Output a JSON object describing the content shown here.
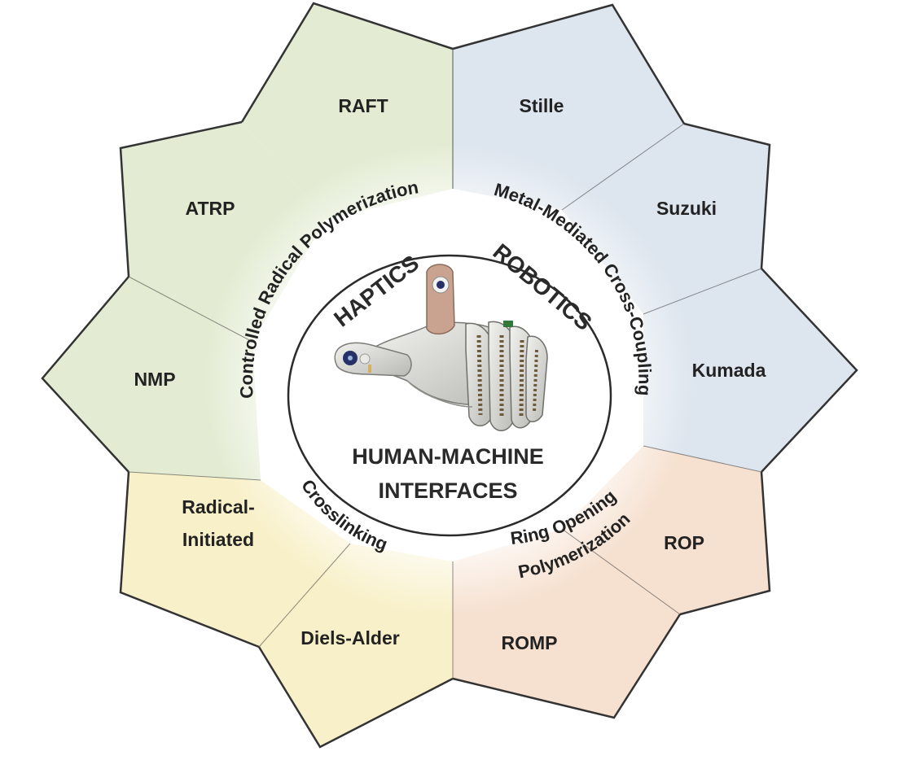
{
  "segments": [
    {
      "id": "raft",
      "lines": [
        "RAFT"
      ],
      "group": "radical"
    },
    {
      "id": "stille",
      "lines": [
        "Stille"
      ],
      "group": "metal"
    },
    {
      "id": "suzuki",
      "lines": [
        "Suzuki"
      ],
      "group": "metal"
    },
    {
      "id": "kumada",
      "lines": [
        "Kumada"
      ],
      "group": "metal"
    },
    {
      "id": "rop",
      "lines": [
        "ROP"
      ],
      "group": "ring"
    },
    {
      "id": "romp",
      "lines": [
        "ROMP"
      ],
      "group": "ring"
    },
    {
      "id": "diels-alder",
      "lines": [
        "Diels-Alder"
      ],
      "group": "crosslink"
    },
    {
      "id": "radical-initiated",
      "lines": [
        "Radical-",
        "Initiated"
      ],
      "group": "crosslink"
    },
    {
      "id": "nmp",
      "lines": [
        "NMP"
      ],
      "group": "radical"
    },
    {
      "id": "atrp",
      "lines": [
        "ATRP"
      ],
      "group": "radical"
    }
  ],
  "groups": {
    "radical": {
      "label": "Controlled Radical Polymerization",
      "color": "#e3ecd3"
    },
    "metal": {
      "label": "Metal-Mediated Cross-Coupling",
      "color": "#dde5ee"
    },
    "ring": {
      "label": "Ring Opening Polymerization",
      "color": "#f6e0cf"
    },
    "crosslink": {
      "label": "Crosslinking",
      "color": "#f8f0c8"
    }
  },
  "ring_labels": {
    "radical": "Controlled Radical Polymerization",
    "metal": "Metal-Mediated Cross-Coupling",
    "crosslink": "Crosslinking",
    "ring_line1": "Ring Opening",
    "ring_line2": "Polymerization"
  },
  "center": {
    "haptics": "HAPTICS",
    "robotics": "ROBOTICS",
    "hmi_line1": "HUMAN-MACHINE",
    "hmi_line2": "INTERFACES",
    "icon": "robotic-haptic-glove-icon"
  },
  "colors": {
    "outline": "#333333",
    "text": "#222222"
  }
}
